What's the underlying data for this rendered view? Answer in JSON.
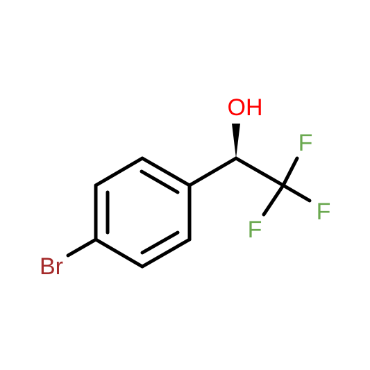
{
  "molecule": {
    "atoms": {
      "hydroxyl": {
        "label": "OH",
        "color": "#ff0000"
      },
      "fluorine_top": {
        "label": "F",
        "color": "#6aa84f"
      },
      "fluorine_right": {
        "label": "F",
        "color": "#6aa84f"
      },
      "fluorine_bottom": {
        "label": "F",
        "color": "#6aa84f"
      },
      "bromine": {
        "label": "Br",
        "color": "#a52a2a"
      }
    },
    "bond_color": "#000000",
    "stereo_bond": "wedge"
  }
}
